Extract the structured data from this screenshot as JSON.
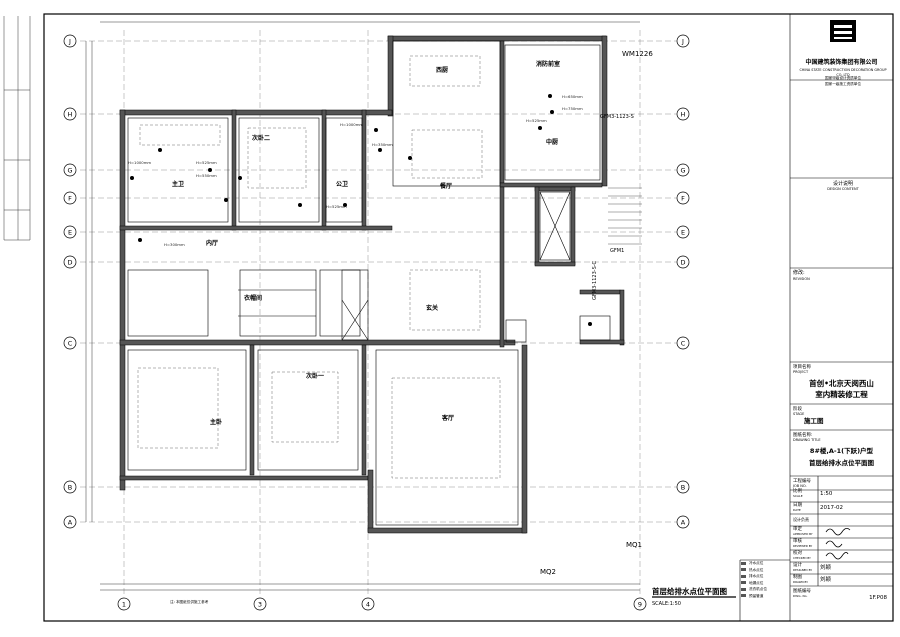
{
  "rooms": {
    "west_kitchen": "西厨",
    "fire_room": "消防前室",
    "chinese_kitchen": "中厨",
    "second_bed_2": "次卧二",
    "master_bath": "主卫",
    "public_bath": "公卫",
    "dining": "餐厅",
    "inner_hall": "内厅",
    "cloakroom": "衣帽间",
    "foyer": "玄关",
    "master_bed": "主卧",
    "second_bed_1": "次卧一",
    "living": "客厅"
  },
  "axes": {
    "rows": [
      "J",
      "H",
      "G",
      "F",
      "E",
      "D",
      "C",
      "B",
      "A"
    ],
    "cols": [
      "1",
      "3",
      "4",
      "9"
    ]
  },
  "tags": {
    "wm": "WM1226",
    "gfm_a": "GFM3-1123-S",
    "gfm_b": "GFM3-1123-S-C",
    "gfm_c": "GFM1",
    "mq1": "MQ1",
    "mq2": "MQ2",
    "h_heights": [
      "H=1000mm",
      "H=525mm",
      "H=550mm",
      "H=1000mm",
      "H=525mm",
      "H=350mm",
      "H=750mm",
      "H=525mm",
      "H=650mm",
      "H=300mm"
    ]
  },
  "plan_title": "首层给排水点位平面图",
  "plan_scale": "SCALE:1:50",
  "plan_note": "注: 本图纸仅供施工参考",
  "titleblock": {
    "company_cn": "中国建筑装饰集团有限公司",
    "company_en": "CHINA STATE CONSTRUCTION DECORATION GROUP CO.,LTD",
    "qual1": "国家甲级设计资质单位",
    "qual2": "国家一级施工资质单位",
    "design_note_cn": "设计说明",
    "design_note_en": "DESIGN CONTENT",
    "revision_cn": "修改:",
    "revision_en": "REVISION",
    "project_cn": "项目名称",
    "project_en": "PROJECT",
    "project_name_1": "首创•北京天阅西山",
    "project_name_2": "室内精装修工程",
    "stage_cn": "阶段",
    "stage_en": "STAGE",
    "stage_value": "施工图",
    "drawing_title_cn": "图纸名称:",
    "drawing_title_en": "DRAWING TITLE",
    "drawing_title_1": "8#楼,A-1(下跃)户型",
    "drawing_title_2": "首层给排水点位平面图",
    "job_cn": "工程编号",
    "job_en": "JOB NO.",
    "scale_cn": "比例",
    "scale_en": "SCALE",
    "scale_value": "1:50",
    "date_cn": "日期",
    "date_en": "DATE",
    "date_value": "2017-02",
    "design_cn": "设计负责",
    "approved_cn": "审定",
    "approved_en": "APPROVED BY",
    "reviewed_cn": "审核",
    "reviewed_en": "REVIEWED BY",
    "checked_cn": "校对",
    "checked_en": "CHECKED BY",
    "designer_cn": "设计",
    "designer_en": "DESIGNED BY",
    "drawn_cn": "制图",
    "drawn_en": "DRAWN BY",
    "sign_drawn": "刘颖",
    "sign_designer": "刘颖",
    "dwg_no_cn": "图纸编号",
    "dwg_no_en": "DWG. No.",
    "dwg_no_value": "1F.P08"
  },
  "legend": [
    "冷水点位",
    "热水点位",
    "排水点位",
    "地漏点位",
    "洗衣机点位",
    "预留管道"
  ]
}
